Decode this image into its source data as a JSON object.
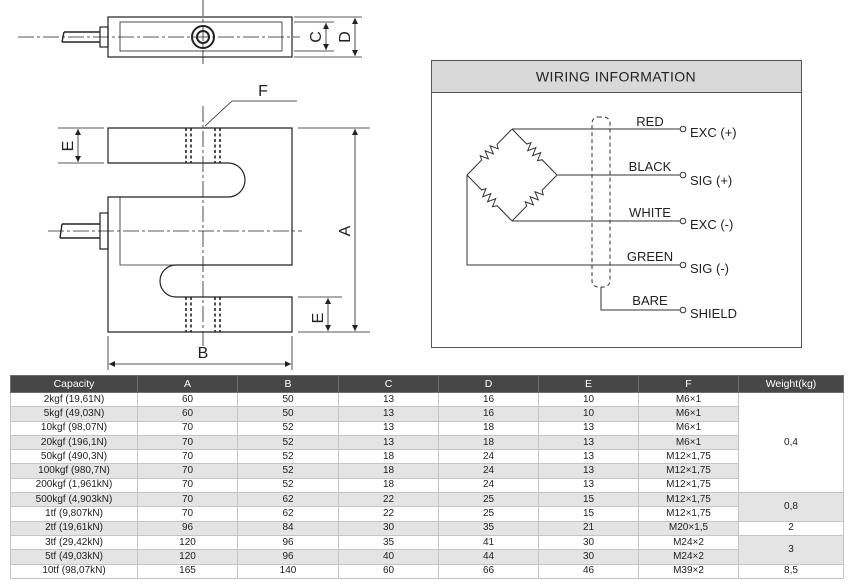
{
  "drawing": {
    "labels": {
      "c": "C",
      "d": "D",
      "f": "F",
      "e_top": "E",
      "a": "A",
      "e_bottom": "E",
      "b": "B"
    }
  },
  "wiring": {
    "title": "WIRING INFORMATION",
    "wires": [
      {
        "color": "RED",
        "signal": "EXC (+)"
      },
      {
        "color": "BLACK",
        "signal": "SIG (+)"
      },
      {
        "color": "WHITE",
        "signal": "EXC (-)"
      },
      {
        "color": "GREEN",
        "signal": "SIG (-)"
      },
      {
        "color": "BARE",
        "signal": "SHIELD"
      }
    ]
  },
  "table": {
    "headers": [
      "Capacity",
      "A",
      "B",
      "C",
      "D",
      "E",
      "F",
      "Weight(kg)"
    ],
    "rows": [
      [
        "2kgf (19,61N)",
        "60",
        "50",
        "13",
        "16",
        "10",
        "M6×1",
        "0,4"
      ],
      [
        "5kgf (49,03N)",
        "60",
        "50",
        "13",
        "16",
        "10",
        "M6×1",
        "0,4"
      ],
      [
        "10kgf (98,07N)",
        "70",
        "52",
        "13",
        "18",
        "13",
        "M6×1",
        "0,4"
      ],
      [
        "20kgf (196,1N)",
        "70",
        "52",
        "13",
        "18",
        "13",
        "M6×1",
        "0,4"
      ],
      [
        "50kgf (490,3N)",
        "70",
        "52",
        "18",
        "24",
        "13",
        "M12×1,75",
        "0,4"
      ],
      [
        "100kgf (980,7N)",
        "70",
        "52",
        "18",
        "24",
        "13",
        "M12×1,75",
        "0,4"
      ],
      [
        "200kgf (1,961kN)",
        "70",
        "52",
        "18",
        "24",
        "13",
        "M12×1,75",
        "0,4"
      ],
      [
        "500kgf (4,903kN)",
        "70",
        "62",
        "22",
        "25",
        "15",
        "M12×1,75",
        "0,8"
      ],
      [
        "1tf (9,807kN)",
        "70",
        "62",
        "22",
        "25",
        "15",
        "M12×1,75",
        "0,8"
      ],
      [
        "2tf (19,61kN)",
        "96",
        "84",
        "30",
        "35",
        "21",
        "M20×1,5",
        "2"
      ],
      [
        "3tf (29,42kN)",
        "120",
        "96",
        "35",
        "41",
        "30",
        "M24×2",
        "3"
      ],
      [
        "5tf (49,03kN)",
        "120",
        "96",
        "40",
        "44",
        "30",
        "M24×2",
        "3"
      ],
      [
        "10tf (98,07kN)",
        "165",
        "140",
        "60",
        "66",
        "46",
        "M39×2",
        "8,5"
      ]
    ]
  }
}
